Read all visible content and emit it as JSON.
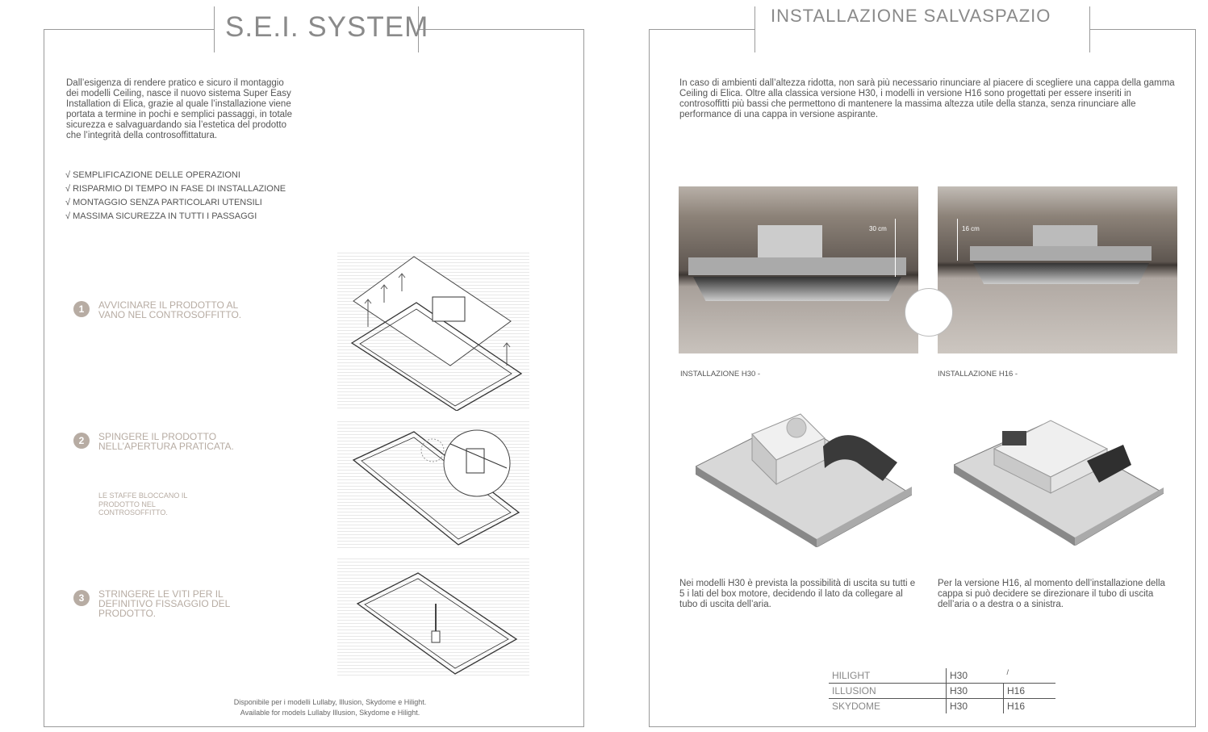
{
  "left": {
    "title": "S.E.I. SYSTEM",
    "intro": "Dall’esigenza di rendere pratico e sicuro il montaggio dei modelli Ceiling, nasce il nuovo sistema Super Easy Installation di Elica, grazie al quale l’installazione viene portata a termine in pochi e semplici passaggi, in totale sicurezza e salvaguardando sia l’estetica del prodotto che l’integrità della controsoffittatura.",
    "bullets": [
      "SEMPLIFICAZIONE DELLE OPERAZIONI",
      "RISPARMIO DI TEMPO IN FASE DI INSTALLAZIONE",
      "MONTAGGIO SENZA PARTICOLARI UTENSILI",
      "MASSIMA SICUREZZA IN TUTTI I PASSAGGI"
    ],
    "steps": [
      {
        "num": "1",
        "text": "AVVICINARE IL PRODOTTO AL VANO NEL CONTROSOFFITTO."
      },
      {
        "num": "2",
        "text": "SPINGERE IL PRODOTTO NELL’APERTURA PRATICATA."
      },
      {
        "num": "3",
        "text": "STRINGERE LE VITI PER IL DEFINITIVO FISSAGGIO DEL PRODOTTO."
      }
    ],
    "step2_note": "LE STAFFE BLOCCANO IL PRODOTTO NEL CONTROSOFFITTO.",
    "footer_it": "Disponibile per i modelli Lullaby, Illusion, Skydome e Hilight.",
    "footer_en": "Available for models Lullaby Illusion, Skydome e Hilight."
  },
  "right": {
    "title": "INSTALLAZIONE SALVASPAZIO",
    "intro": "In caso di ambienti dall’altezza ridotta, non sarà più necessario rinunciare al piacere di scegliere una cappa della gamma Ceiling di Elica. Oltre alla classica versione H30, i modelli in versione H16 sono progettati per essere inseriti in controsoffitti più bassi che permettono di mantenere la massima altezza utile della stanza, senza rinunciare alle performance di una cappa in versione aspirante.",
    "photo1_dim": "30 cm",
    "photo2_dim": "16 cm",
    "caption1": "INSTALLAZIONE H30 -",
    "caption2": "INSTALLAZIONE H16 -",
    "desc1": "Nei modelli H30 è prevista la possibilità di uscita su tutti e 5 i lati del box motore, decidendo il lato da collegare al tubo di uscita dell’aria.",
    "desc2": "Per la versione H16, al momento dell’installazione della cappa si può decidere se direzionare il tubo di uscita dell’aria o a destra o a sinistra.",
    "table": [
      {
        "model": "HILIGHT",
        "h30": "H30",
        "h16": "/"
      },
      {
        "model": "ILLUSION",
        "h30": "H30",
        "h16": "H16"
      },
      {
        "model": "SKYDOME",
        "h30": "H30",
        "h16": "H16"
      }
    ]
  }
}
